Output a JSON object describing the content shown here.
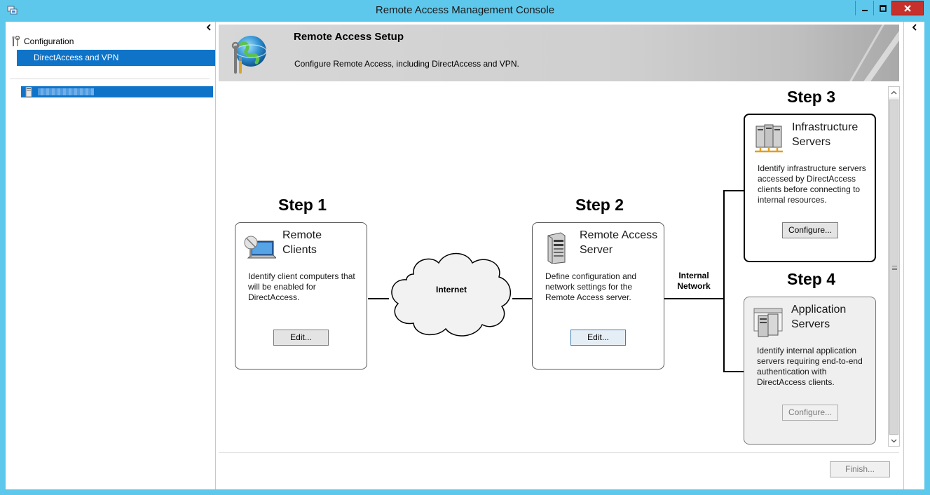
{
  "window": {
    "title": "Remote Access Management Console",
    "accent_color": "#5ec8ec",
    "close_color": "#c7312b"
  },
  "nav": {
    "configuration_label": "Configuration",
    "selected_item_label": "DirectAccess and VPN",
    "selection_color": "#0f73c8"
  },
  "header": {
    "title": "Remote Access Setup",
    "subtitle": "Configure Remote Access, including DirectAccess and VPN."
  },
  "steps": [
    {
      "label": "Step 1",
      "title_line1": "Remote",
      "title_line2": "Clients",
      "description": "Identify client computers that will be enabled for DirectAccess.",
      "button": "Edit...",
      "icon": "remote-clients-icon"
    },
    {
      "label": "Step 2",
      "title_line1": "Remote Access",
      "title_line2": "Server",
      "description": "Define configuration and network settings for the Remote Access server.",
      "button": "Edit...",
      "icon": "server-icon"
    },
    {
      "label": "Step 3",
      "title_line1": "Infrastructure",
      "title_line2": "Servers",
      "description": "Identify infrastructure servers accessed by DirectAccess clients before connecting to internal resources.",
      "button": "Configure...",
      "icon": "infrastructure-servers-icon"
    },
    {
      "label": "Step 4",
      "title_line1": "Application",
      "title_line2": "Servers",
      "description": "Identify internal application servers requiring end-to-end authentication with DirectAccess clients.",
      "button": "Configure...",
      "icon": "application-servers-icon"
    }
  ],
  "network": {
    "internet_label": "Internet",
    "internal_line1": "Internal",
    "internal_line2": "Network"
  },
  "footer": {
    "finish_label": "Finish..."
  }
}
